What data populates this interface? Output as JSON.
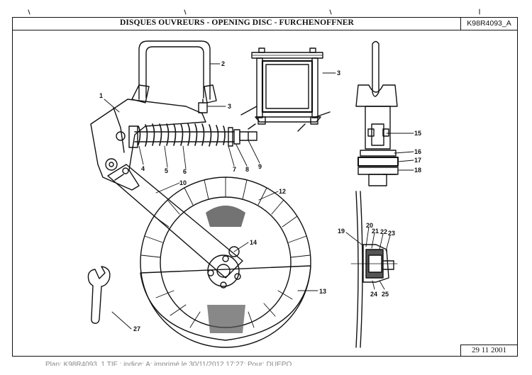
{
  "title": "DISQUES OUVREURS - OPENING DISC - FURCHENOFFNER",
  "reference": "K98R4093_A",
  "date": "29 11 2001",
  "footer": "Plan: K98R4093_1.TIF ; indice: A; imprimé le 30/11/2012 17:27; Pour: DUEPO",
  "callouts": {
    "c1": "1",
    "c2": "2",
    "c3a": "3",
    "c3b": "3",
    "c4": "4",
    "c5": "5",
    "c6": "6",
    "c7": "7",
    "c8": "8",
    "c9": "9",
    "c10": "10",
    "c12": "12",
    "c13": "13",
    "c14": "14",
    "c15": "15",
    "c16": "16",
    "c17": "17",
    "c18": "18",
    "c19": "19",
    "c20": "20",
    "c21": "21",
    "c22": "22",
    "c23": "23",
    "c24": "24",
    "c25": "25",
    "c27": "27"
  }
}
